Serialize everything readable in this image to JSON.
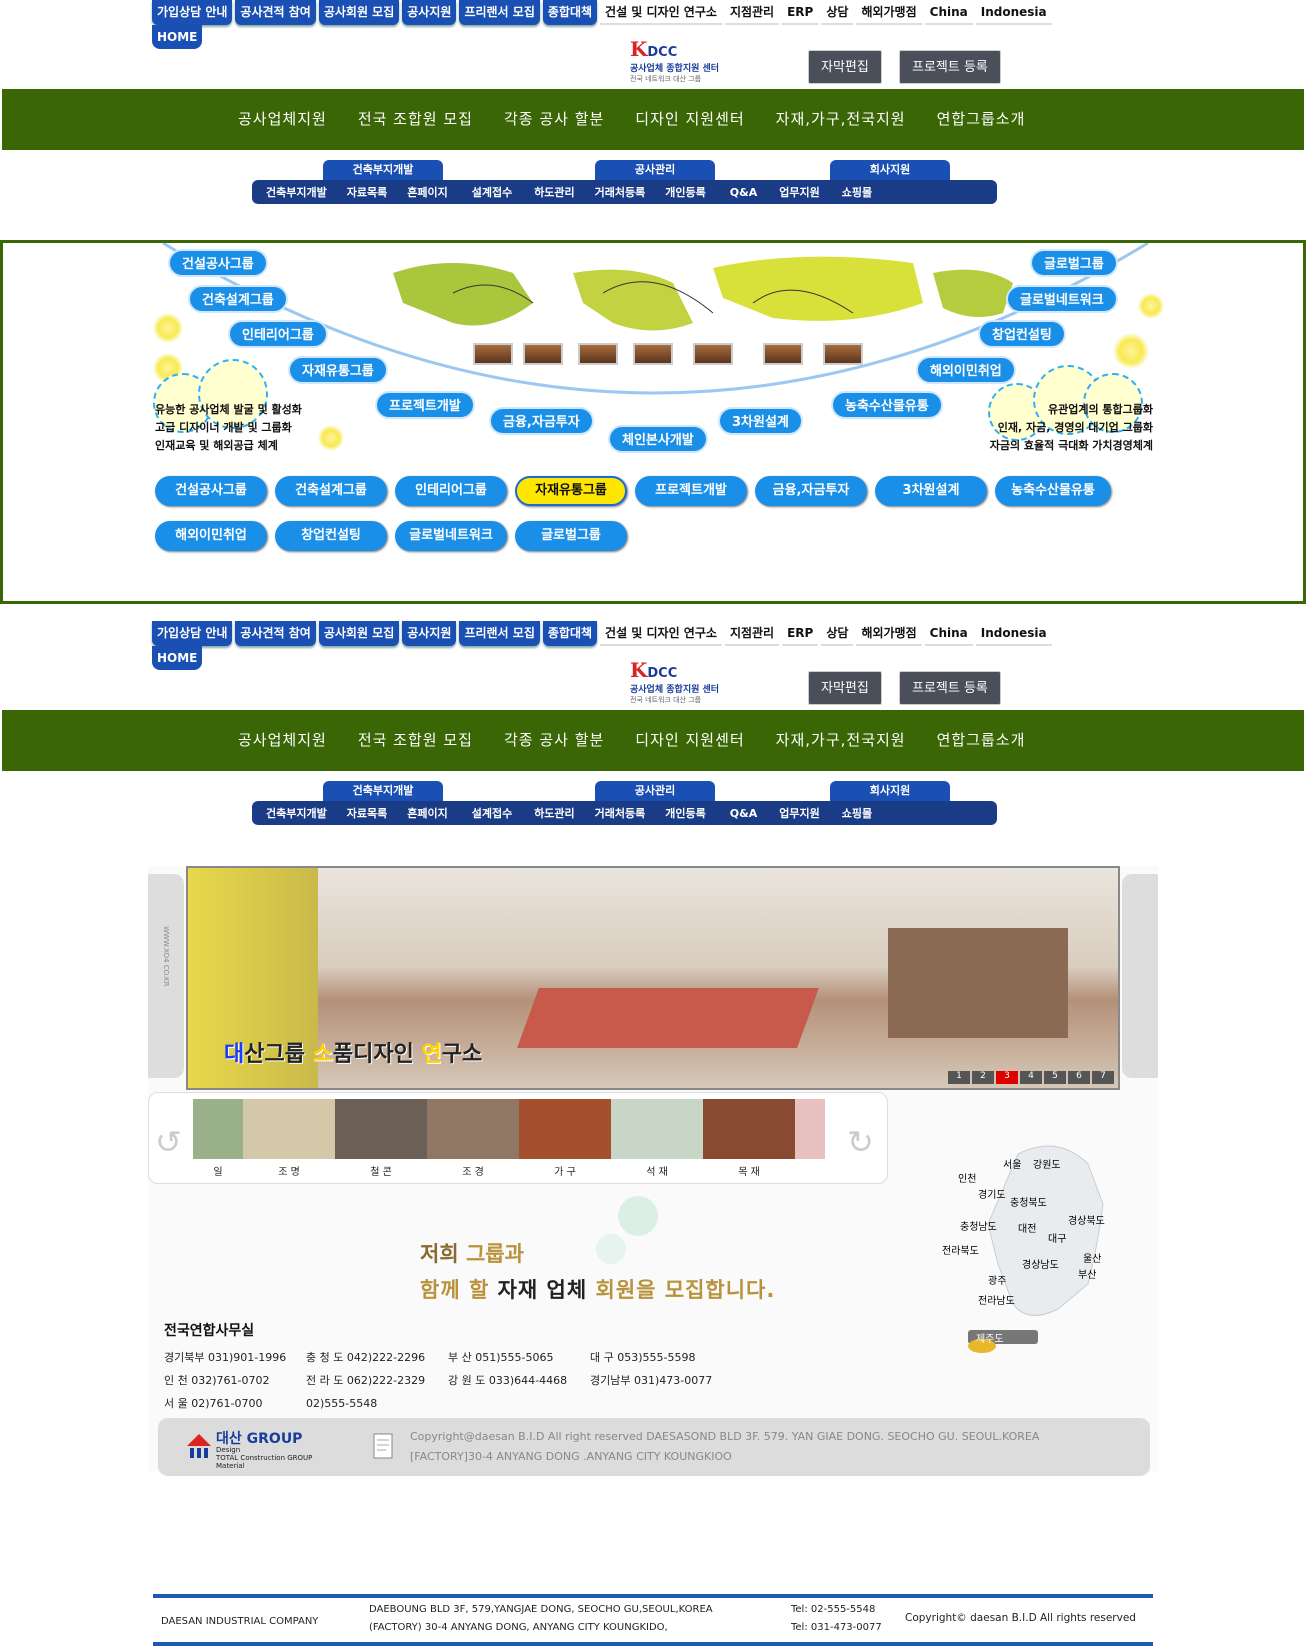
{
  "topnav": {
    "blue_items": [
      "가입상담 안내",
      "공사견적 참여",
      "공사회원 모집",
      "공사지원",
      "프리랜서 모집",
      "종합대책"
    ],
    "plain_items": [
      "건설 및 디자인 연구소",
      "지점관리",
      "ERP",
      "상담",
      "해외가맹점",
      "China",
      "Indonesia"
    ],
    "home": "HOME",
    "logo": {
      "mark": "K",
      "brand": "DCC",
      "line1": "공사업체 종합지원 센터",
      "line2": "전국 네트워크 대산 그룹"
    },
    "edit_button": "자막편집",
    "project_button": "프로젝트 등록"
  },
  "greenbar": [
    "공사업체지원",
    "전국 조합원 모집",
    "각종 공사 할분",
    "디자인 지원센터",
    "자재,가구,전국지원",
    "연합그룹소개"
  ],
  "subnav": {
    "groups": [
      {
        "title": "건축부지개발",
        "items": [
          "건축부지개발",
          "자료목록",
          "흔페이지"
        ]
      },
      {
        "title": "공사관리",
        "items": [
          "설계접수",
          "하도관리",
          "거래처등록",
          "개인등록"
        ]
      },
      {
        "title": "회사지원",
        "items": [
          "Q&A",
          "업무지원",
          "쇼핑몰"
        ]
      }
    ]
  },
  "map_section": {
    "left_tags": [
      "건설공사그룹",
      "건축설계그룹",
      "인테리어그룹",
      "자재유통그룹",
      "프로젝트개발",
      "금융,자금투자",
      "체인본사개발"
    ],
    "right_tags": [
      "글로벌그룹",
      "글로벌네트워크",
      "창업컨설팅",
      "해외이민취업",
      "농축수산물유통",
      "3차원설계"
    ],
    "left_desc": [
      "유능한 공사업체 발굴 및 활성화",
      "고급 디자이너 개발 및 그룹화",
      "인재교육 및 해외공급 체계"
    ],
    "right_desc": [
      "유관업계의 통합그룹화",
      "인재, 자금, 경영의 대기업 그룹화",
      "자금의 효율적 극대화 가치경영체계"
    ],
    "pills": [
      "건설공사그룹",
      "건축설계그룹",
      "인테리어그룹",
      "자재유통그룹",
      "프로젝트개발",
      "금융,자금투자",
      "3차원설계",
      "농축수산물유통",
      "해외이민취업",
      "창업컨설팅",
      "글로벌네트워크",
      "글로벌그룹"
    ],
    "selected": "자재유통그룹"
  },
  "banner": {
    "caption_parts": [
      "대",
      "산그룹 ",
      "소",
      "품디자인 ",
      "연",
      "구소"
    ],
    "side_text": "WWW.XO4 CO.KR",
    "pager": [
      "1",
      "2",
      "3",
      "4",
      "5",
      "6",
      "7"
    ],
    "active_page": "3"
  },
  "materials": {
    "labels": [
      "일",
      "조 명",
      "철 콘",
      "조 경",
      "가 구",
      "석 재",
      "목 재"
    ]
  },
  "recruit": {
    "line1_a": "저희",
    "line1_b": "그룹과",
    "line2_a": "함께",
    "line2_b": "할",
    "line2_c": "자재",
    "line2_d": "업체",
    "line2_e": "회원을",
    "line2_f": "모집합니다."
  },
  "korea_map": {
    "labels": [
      "서울",
      "강원도",
      "인천",
      "경기도",
      "충청북도",
      "경상북도",
      "충청남도",
      "대전",
      "대구",
      "전라북도",
      "경상남도",
      "울산",
      "부산",
      "광주",
      "전라남도",
      "제주도"
    ]
  },
  "offices": {
    "title": "전국연합사무실",
    "rows": [
      [
        "경기북부 031)901-1996",
        "충 청 도  042)222-2296",
        "부    산  051)555-5065",
        "대    구  053)555-5598"
      ],
      [
        "인    천  032)761-0702",
        "전 라 도  062)222-2329",
        "강 원 도  033)644-4468",
        "경기남부 031)473-0077"
      ],
      [
        "서    울  02)761-0700",
        "02)555-5548",
        "",
        ""
      ]
    ]
  },
  "footer_gray": {
    "brand_a": "대산",
    "brand_b": "GROUP",
    "brand_sub1": "Design",
    "brand_sub2": "TOTAL Construction GROUP",
    "brand_sub3": "Material",
    "line1": "Copyright@daesan B.I.D All right reserved DAESASOND BLD 3F. 579. YAN GIAE DONG. SEOCHO GU. SEOUL.KOREA",
    "line2": "[FACTORY]30-4 ANYANG DONG .ANYANG CITY KOUNGKIOO"
  },
  "footer_bottom": {
    "company": "DAESAN  INDUSTRIAL  COMPANY",
    "addr1": "DAEBOUNG  BLD  3F,   579,YANGJAE DONG, SEOCHO GU,SEOUL,KOREA",
    "addr2": "(FACTORY)  30-4  ANYANG  DONG, ANYANG CITY KOUNGKIDO,",
    "tel1": "Tel: 02-555-5548",
    "tel2": "Tel: 031-473-0077",
    "copyright": "Copyright© daesan B.I.D All rights reserved"
  }
}
